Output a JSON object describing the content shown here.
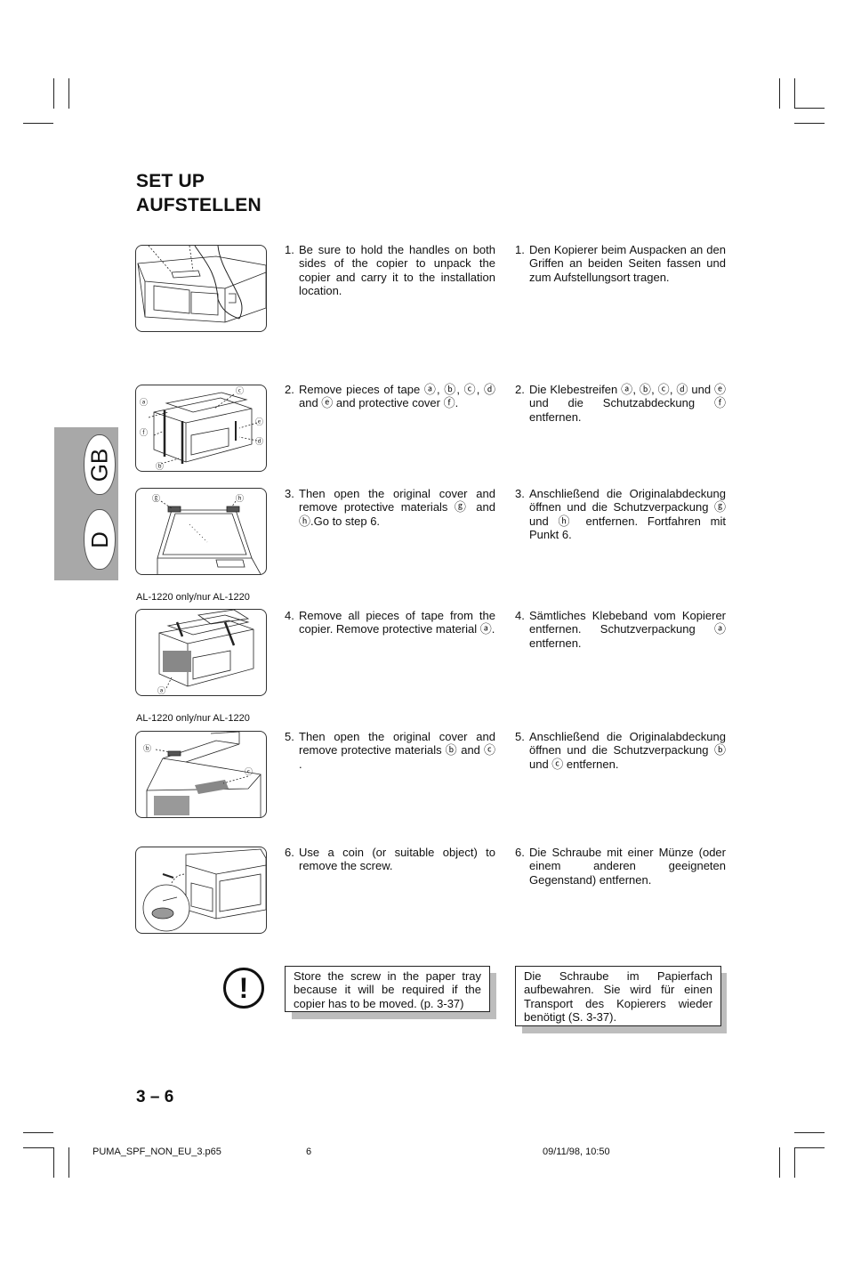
{
  "title": {
    "line1": "SET UP",
    "line2": "AUFSTELLEN"
  },
  "side_tab": {
    "lang1": "GB",
    "lang2": "D"
  },
  "captions": {
    "al1220_a": "AL-1220 only/nur AL-1220",
    "al1220_b": "AL-1220 only/nur AL-1220"
  },
  "steps": [
    {
      "num": "1.",
      "en": "Be sure to hold the handles on both sides of the copier to unpack the copier and carry it to the installation location.",
      "de": "Den Kopierer beim Auspacken an den Griffen an beiden Seiten fassen und zum Aufstellungsort tragen."
    },
    {
      "num": "2.",
      "en": "Remove pieces of tape ⓐ, ⓑ, ⓒ, ⓓ and ⓔ and protective cover ⓕ.",
      "de": "Die Klebestreifen ⓐ, ⓑ, ⓒ, ⓓ und ⓔ und die Schutzabdeckung ⓕ entfernen."
    },
    {
      "num": "3.",
      "en": "Then open the original cover and remove protective materials ⓖ and ⓗ.Go to step 6.",
      "de": "Anschließend die Originalabdeckung öffnen und die Schutzverpackung ⓖ und ⓗ entfernen. Fortfahren mit Punkt 6."
    },
    {
      "num": "4.",
      "en": "Remove all pieces of tape from the copier. Remove protective material ⓐ.",
      "de": "Sämtliches Klebeband vom Kopierer entfernen. Schutzverpackung ⓐ entfernen."
    },
    {
      "num": "5.",
      "en": "Then open the original cover and remove protective materials ⓑ and ⓒ .",
      "de": "Anschließend die Originalabdeckung öffnen und die Schutzverpackung ⓑ und ⓒ entfernen."
    },
    {
      "num": "6.",
      "en": "Use a coin (or suitable object) to remove the screw.",
      "de": "Die Schraube mit einer Münze (oder einem anderen geeigneten Gegenstand) entfernen."
    }
  ],
  "figure_labels": {
    "fig2": [
      "ⓐ",
      "ⓑ",
      "ⓒ",
      "ⓓ",
      "ⓔ",
      "ⓕ"
    ],
    "fig3": [
      "ⓖ",
      "ⓗ"
    ],
    "fig4": [
      "ⓐ"
    ],
    "fig5": [
      "ⓑ",
      "ⓒ"
    ]
  },
  "notes": {
    "icon": "!",
    "en": "Store the screw in the paper tray because it will be required if the copier has to be moved. (p. 3-37)",
    "de": "Die Schraube im Papierfach aufbewahren. Sie wird für einen Transport des Kopierers wieder benötigt (S. 3-37)."
  },
  "page_number": "3 – 6",
  "footer": {
    "file": "PUMA_SPF_NON_EU_3.p65",
    "page": "6",
    "date": "09/11/98, 10:50"
  }
}
